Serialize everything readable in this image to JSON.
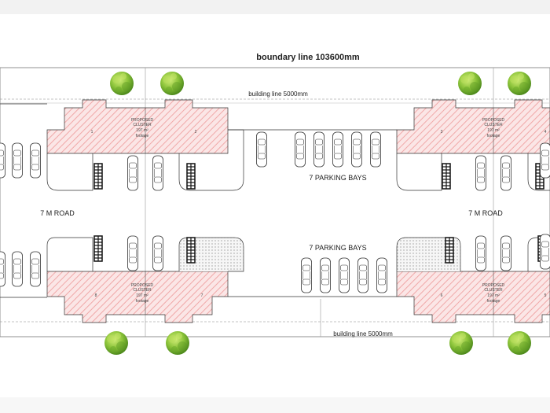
{
  "drawing": {
    "boundary_line": "boundary line 103600mm",
    "building_line_top": "building line 5000mm",
    "building_line_bottom": "building line 5000mm",
    "road_left": "7 M ROAD",
    "road_right": "7 M ROAD",
    "parking_top": "7 PARKING BAYS",
    "parking_bottom": "7 PARKING BAYS"
  },
  "clusters": [
    {
      "title": "PROPOSED",
      "subtitle": "CLUSTER",
      "area": "197 m²",
      "footage": "footage",
      "unit_left": "1",
      "unit_right": "2"
    },
    {
      "title": "PROPOSED",
      "subtitle": "CLUSTER",
      "area": "197 m²",
      "footage": "footage",
      "unit_left": "3",
      "unit_right": "4"
    },
    {
      "title": "PROPOSED",
      "subtitle": "CLUSTER",
      "area": "197 m²",
      "footage": "footage",
      "unit_left": "8",
      "unit_right": "7"
    },
    {
      "title": "PROPOSED",
      "subtitle": "CLUSTER",
      "area": "197 m²",
      "footage": "footage",
      "unit_left": "6",
      "unit_right": "5"
    }
  ],
  "colors": {
    "hatch": "#f0a8a8",
    "tree": "#7cb82f",
    "line": "#333333"
  }
}
